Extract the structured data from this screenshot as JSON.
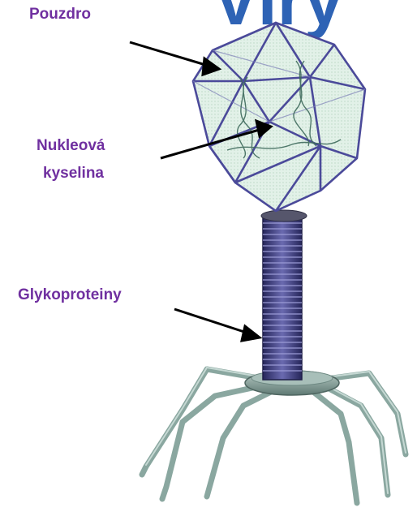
{
  "title_fragment": "Viry",
  "labels": {
    "capsid": "Pouzdro",
    "nucleic_acid_line1": "Nukleová",
    "nucleic_acid_line2": "kyselina",
    "glycoproteins": "Glykoproteiny"
  },
  "colors": {
    "label_text": "#7030a0",
    "title": "#2e63b5",
    "capsid_edge": "#4b4a9a",
    "capsid_fill": "#dff0e6",
    "tail": "#3b3b7e",
    "legs": "#9fb8b2",
    "arrow": "#000000"
  }
}
